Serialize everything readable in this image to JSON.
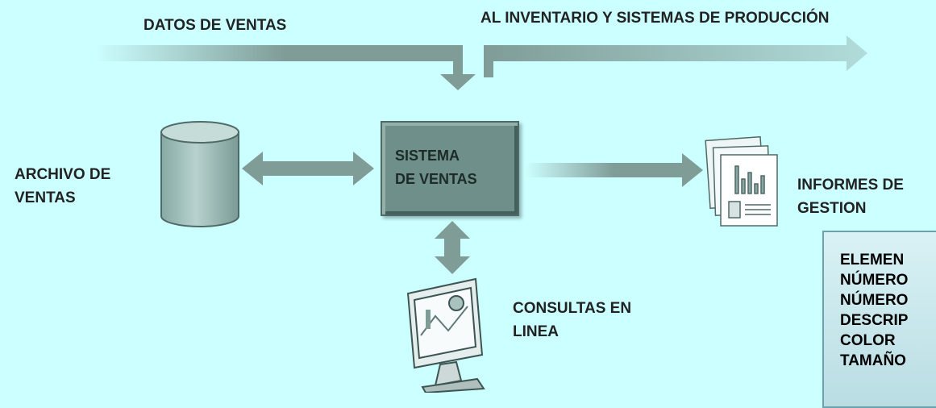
{
  "labels": {
    "datos_ventas": "DATOS DE VENTAS",
    "al_inventario": "AL INVENTARIO Y SISTEMAS DE PRODUCCIÓN",
    "archivo_ventas": "ARCHIVO DE\nVENTAS",
    "sistema_ventas": "SISTEMA\nDE VENTAS",
    "informes_gestion": "INFORMES DE\nGESTION",
    "consultas_linea": "CONSULTAS EN\nLINEA"
  },
  "elements_box": {
    "items": [
      "ELEMEN",
      "NÚMERO",
      "NÚMERO",
      "DESCRIP",
      "COLOR",
      "TAMAÑO"
    ]
  },
  "colors": {
    "background": "#ccffff",
    "arrow": "#7f9c97",
    "system_box": "#6f8f8a"
  }
}
